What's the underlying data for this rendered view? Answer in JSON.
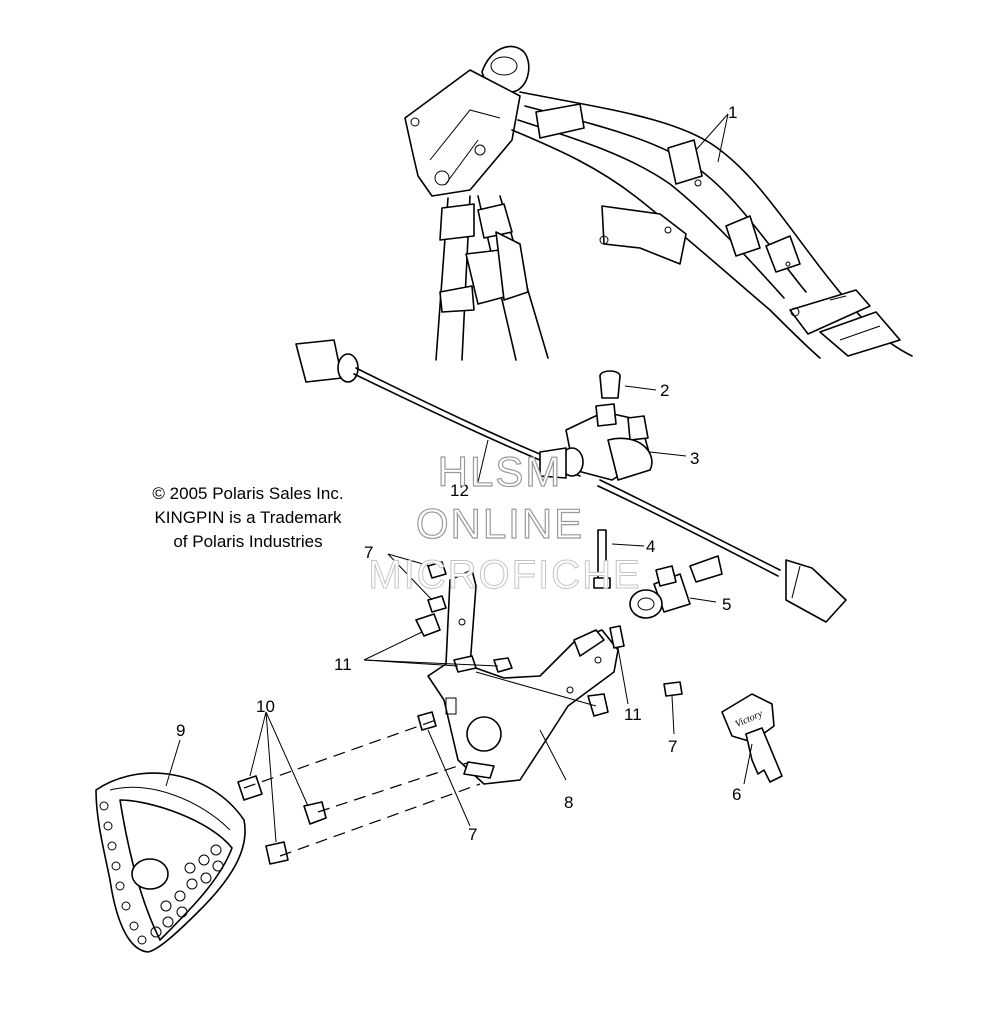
{
  "copyright": {
    "line1": "© 2005 Polaris Sales Inc.",
    "line2": "KINGPIN is a Trademark",
    "line3": "of Polaris Industries"
  },
  "watermark": {
    "line1": "HLSM",
    "line2": "ONLINE",
    "line3": "MICROFICHE"
  },
  "callouts": {
    "c1": "1",
    "c2": "2",
    "c3": "3",
    "c4": "4",
    "c5": "5",
    "c6": "6",
    "c7a": "7",
    "c7b": "7",
    "c7c": "7",
    "c8": "8",
    "c9": "9",
    "c10": "10",
    "c11a": "11",
    "c11b": "11",
    "c12": "12"
  },
  "key_brand_text": "Victory"
}
